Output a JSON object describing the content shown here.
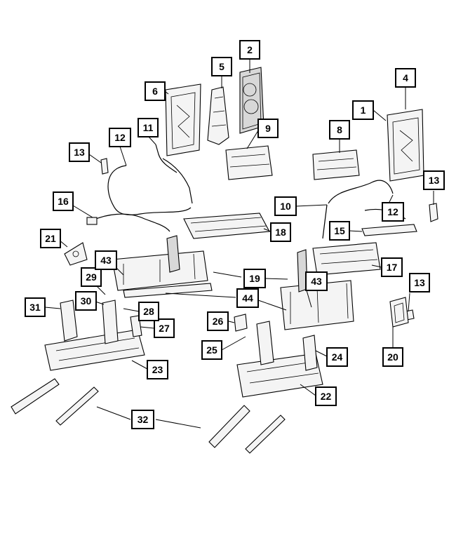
{
  "callouts": [
    {
      "id": "c1",
      "label": "1"
    },
    {
      "id": "c2",
      "label": "2"
    },
    {
      "id": "c4",
      "label": "4"
    },
    {
      "id": "c5",
      "label": "5"
    },
    {
      "id": "c6",
      "label": "6"
    },
    {
      "id": "c8",
      "label": "8"
    },
    {
      "id": "c9",
      "label": "9"
    },
    {
      "id": "c10",
      "label": "10"
    },
    {
      "id": "c11",
      "label": "11"
    },
    {
      "id": "c12a",
      "label": "12"
    },
    {
      "id": "c12b",
      "label": "12"
    },
    {
      "id": "c13a",
      "label": "13"
    },
    {
      "id": "c13b",
      "label": "13"
    },
    {
      "id": "c13c",
      "label": "13"
    },
    {
      "id": "c15",
      "label": "15"
    },
    {
      "id": "c16",
      "label": "16"
    },
    {
      "id": "c17",
      "label": "17"
    },
    {
      "id": "c18",
      "label": "18"
    },
    {
      "id": "c19",
      "label": "19"
    },
    {
      "id": "c20",
      "label": "20"
    },
    {
      "id": "c21",
      "label": "21"
    },
    {
      "id": "c22",
      "label": "22"
    },
    {
      "id": "c23",
      "label": "23"
    },
    {
      "id": "c24",
      "label": "24"
    },
    {
      "id": "c25",
      "label": "25"
    },
    {
      "id": "c26",
      "label": "26"
    },
    {
      "id": "c27",
      "label": "27"
    },
    {
      "id": "c28",
      "label": "28"
    },
    {
      "id": "c29",
      "label": "29"
    },
    {
      "id": "c30",
      "label": "30"
    },
    {
      "id": "c31",
      "label": "31"
    },
    {
      "id": "c32",
      "label": "32"
    },
    {
      "id": "c43a",
      "label": "43"
    },
    {
      "id": "c43b",
      "label": "43"
    },
    {
      "id": "c44",
      "label": "44"
    }
  ]
}
